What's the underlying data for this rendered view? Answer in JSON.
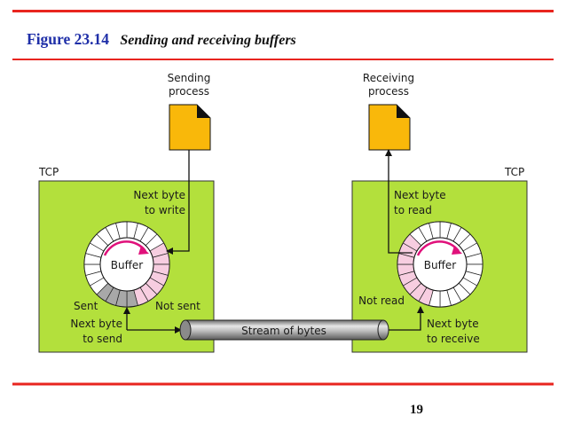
{
  "header": {
    "figure_number": "Figure 23.14",
    "caption": "Sending and receiving buffers"
  },
  "diagram": {
    "sender": {
      "process_label_line1": "Sending",
      "process_label_line2": "process",
      "tcp_label": "TCP",
      "next_write_line1": "Next byte",
      "next_write_line2": "to write",
      "buffer_label": "Buffer",
      "sent_label": "Sent",
      "not_sent_label": "Not sent",
      "next_send_line1": "Next byte",
      "next_send_line2": "to send"
    },
    "receiver": {
      "process_label_line1": "Receiving",
      "process_label_line2": "process",
      "tcp_label": "TCP",
      "next_read_line1": "Next byte",
      "next_read_line2": "to read",
      "buffer_label": "Buffer",
      "not_read_label": "Not read",
      "next_receive_line1": "Next byte",
      "next_receive_line2": "to receive"
    },
    "stream_label": "Stream of bytes"
  },
  "footer": {
    "page_number": "19"
  },
  "colors": {
    "accent_rule": "#e8251f",
    "title_blue": "#1f2fa8",
    "tcp_box": "#b3e03c",
    "document": "#f9b80a",
    "arrow_pink": "#e0117b",
    "slot_sent": "#a8a8a8",
    "slot_not_sent": "#f7cde0",
    "slot_empty": "#ffffff"
  }
}
